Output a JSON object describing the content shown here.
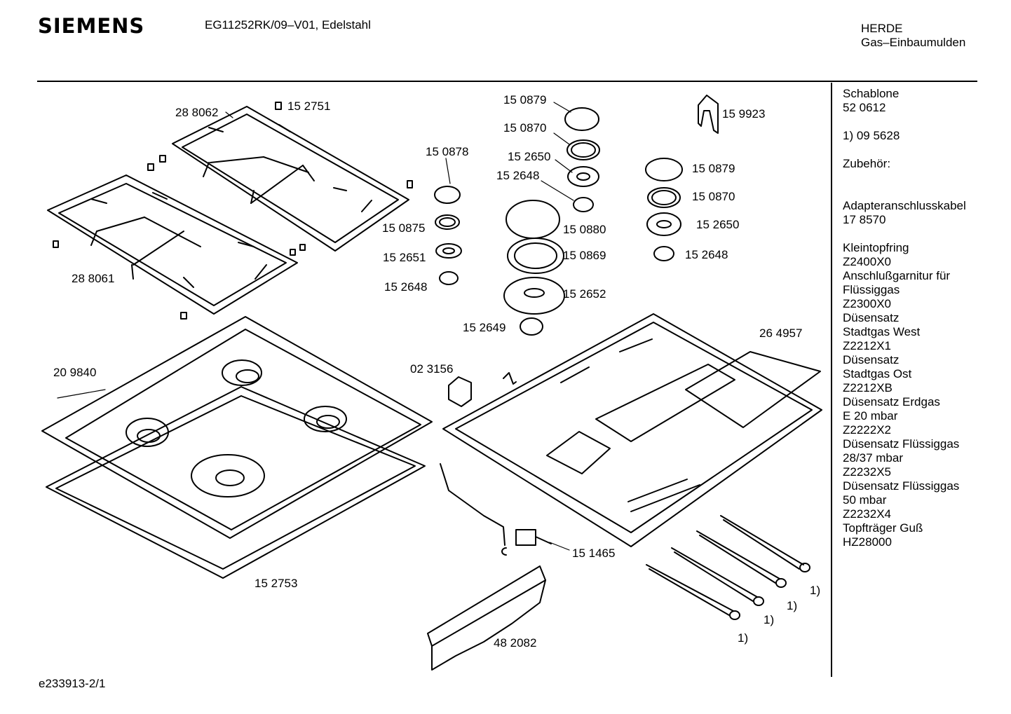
{
  "header": {
    "brand": "SIEMENS",
    "model": "EG11252RK/09–V01, Edelstahl",
    "category_line1": "HERDE",
    "category_line2": "Gas–Einbaumulden"
  },
  "sidebar": {
    "schablone_label": "Schablone",
    "schablone_number": "52 0612",
    "note_1": "1)  09 5628",
    "zubehoer_label": "Zubehör:",
    "items": [
      "Adapteranschlusskabel",
      "17 8570",
      "",
      "Kleintopfring",
      "Z2400X0",
      "Anschlußgarnitur für",
      "Flüssiggas",
      "Z2300X0",
      "Düsensatz",
      "Stadtgas West",
      "Z2212X1",
      "Düsensatz",
      "Stadtgas Ost",
      "Z2212XB",
      "Düsensatz Erdgas",
      "E 20 mbar",
      "Z2222X2",
      "Düsensatz Flüssiggas",
      "28/37 mbar",
      "Z2232X5",
      "Düsensatz Flüssiggas",
      "50 mbar",
      "Z2232X4",
      "Topfträger Guß",
      "HZ28000"
    ]
  },
  "part_labels": {
    "p288062": "28 8062",
    "p152751": "15 2751",
    "p288061": "28 8061",
    "p209840": "20 9840",
    "p152753": "15 2753",
    "p150878": "15 0878",
    "p150875": "15 0875",
    "p152651": "15 2651",
    "p152648_a": "15 2648",
    "p150879_a": "15 0879",
    "p150870_a": "15 0870",
    "p152650_a": "15 2650",
    "p152648_b": "15 2648",
    "p150880": "15 0880",
    "p150869": "15 0869",
    "p152652": "15 2652",
    "p152649": "15 2649",
    "p159923": "15 9923",
    "p150879_b": "15 0879",
    "p150870_b": "15 0870",
    "p152650_b": "15 2650",
    "p152648_c": "15 2648",
    "p023156": "02 3156",
    "p264957": "26 4957",
    "p151465": "15 1465",
    "p482082": "48 2082",
    "note_a": "1)",
    "note_b": "1)",
    "note_c": "1)",
    "note_d": "1)"
  },
  "footer": {
    "drawing_id": "e233913-2/1"
  }
}
